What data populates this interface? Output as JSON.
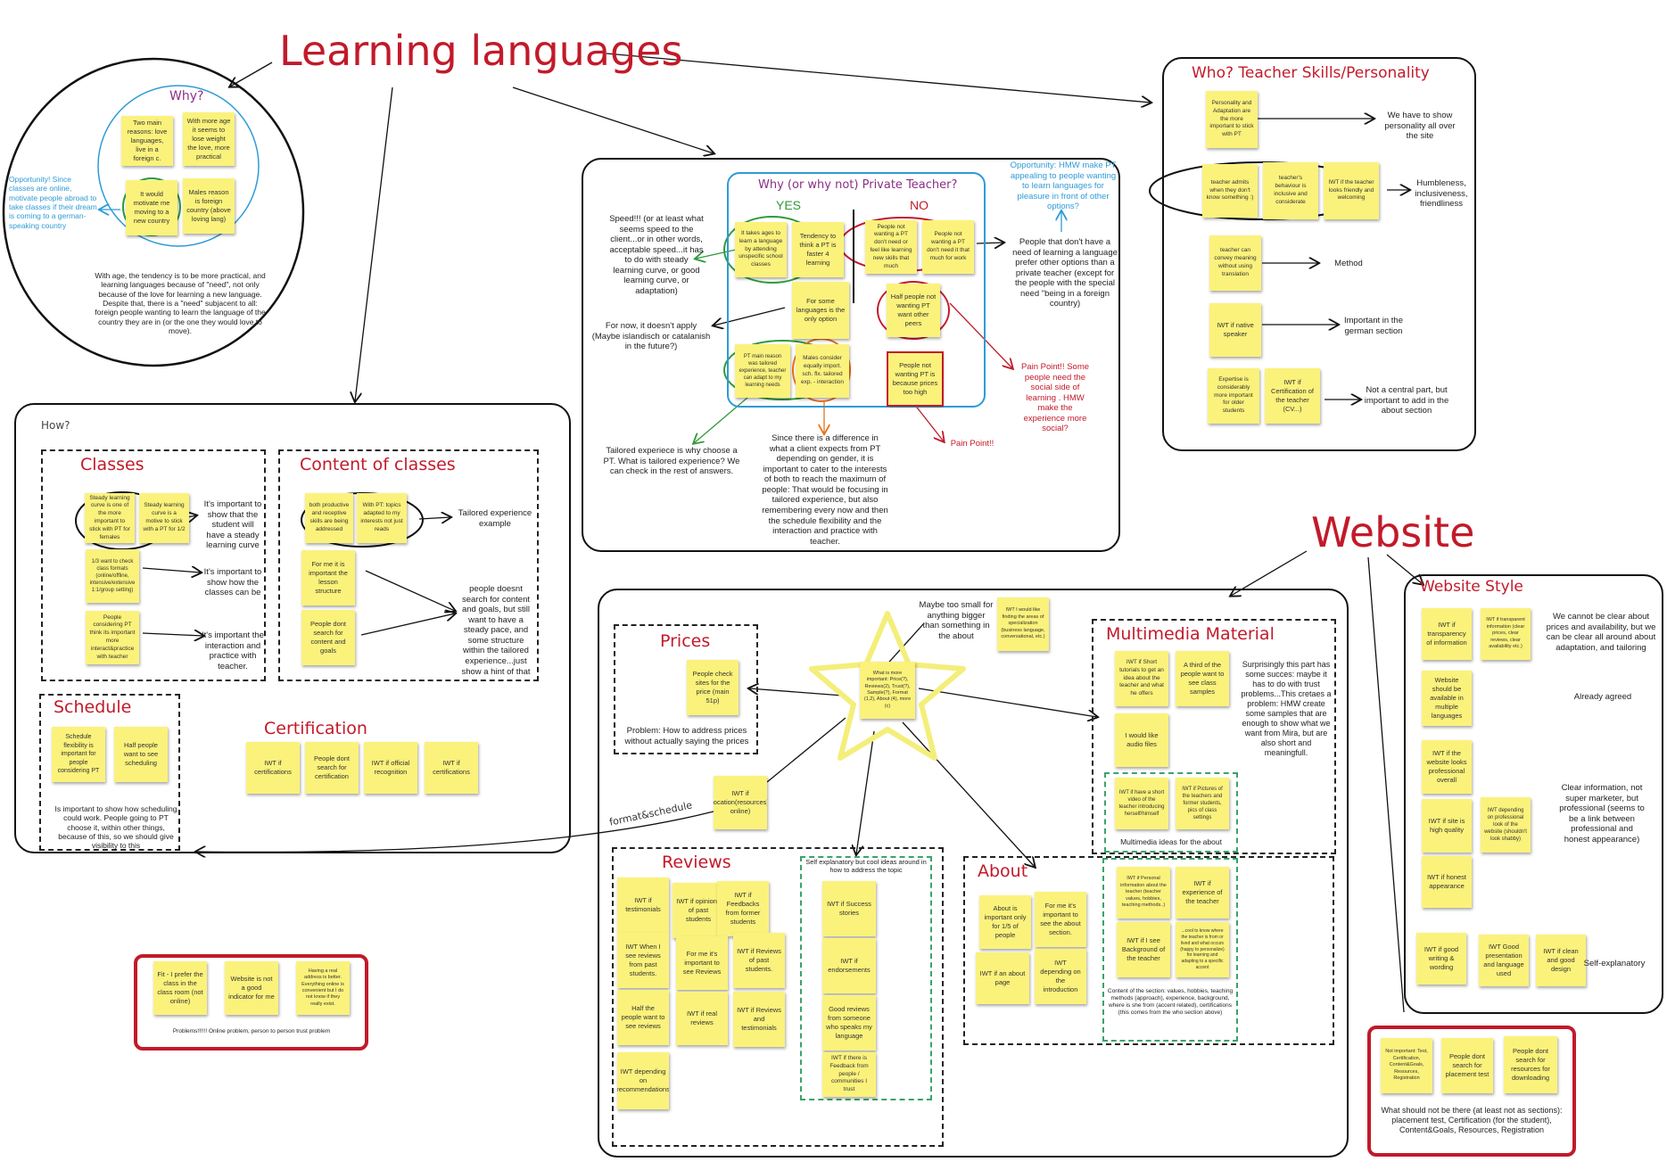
{
  "titles": {
    "learning": "Learning languages",
    "website": "Website",
    "why": "Why?",
    "how": "How?",
    "classes": "Classes",
    "content": "Content of classes",
    "schedule": "Schedule",
    "certification": "Certification",
    "private": "Why (or why not) Private Teacher?",
    "yes": "YES",
    "no": "NO",
    "teacher": "Who? Teacher Skills/Personality",
    "prices": "Prices",
    "multimedia": "Multimedia Material",
    "reviews": "Reviews",
    "about": "About",
    "style": "Website Style",
    "format": "format&schedule"
  },
  "why_circle": {
    "notes": [
      "Two main reasons: love languages, live in a foreign c.",
      "With more age it seems to lose weight the love, more practical",
      "It would motivate me moving to a new country",
      "Males reason is foreign country (above loving lang)"
    ],
    "opportunity": "Opportunity! Since classes are online, motivate people abroad to take classes if their dream is coming to a german-speaking country",
    "text": "With age, the tendency is to be more practical, and learning languages because of \"need\", not only because of the love for learning a new language. Despite that, there is a \"need\" subjacent to all: foreign people wanting to learn the language of the country they are in (or the one they would love to move)."
  },
  "classes": {
    "notes": [
      "Steady learning curve is one of the more important to stick with PT for females",
      "Steady learning curve is a motive to stick with a PT for 1/2",
      "1/3 want to check class formats (online/offline, intensive/extensive 1:1/group setting)",
      "People considering PT think its important more interact&practice with teacher"
    ],
    "t1": "It's important to show that the student will have a steady learning curve",
    "t2": "It's important to show how the classes can be",
    "t3": "It's important the interaction and practice with teacher."
  },
  "content": {
    "notes": [
      "both productive and receptive skills are being addressed",
      "With PT: topics adapted to my interests not just reads",
      "For me it is important the lesson structure",
      "People dont search for content and goals"
    ],
    "t1": "Tailored experience example",
    "t2": "people doesnt search for content and goals, but still want to have a steady pace, and some structure within the tailored experience...just show a hint of that"
  },
  "schedule": {
    "notes": [
      "Schedule flexibility is important for people considering PT",
      "Half people want to see scheduling"
    ],
    "text": "Is important to show how scheduling could work. People going to PT choose it, within other things, because of this, so we should give visibility to this"
  },
  "certification": {
    "notes": [
      "IWT if certifications",
      "People dont search for certification",
      "IWT if official recognition",
      "IWT if certifications"
    ]
  },
  "problem_box": {
    "notes": [
      "Fit - I prefer the class in the class room (not online)",
      "Website is not a good indicator for me",
      "Having a real address is better. Everything online is convenient but I do not know if they really exist."
    ],
    "text": "Problems!!!!!! Online problem, person to person trust problem"
  },
  "private": {
    "yes_notes": [
      "It takes ages to learn a language by attending unspecific school classes",
      "Tendency to think a PT is faster 4 learning",
      "For some languages is the only option",
      "PT main reason was tailored experience, teacher can adapt to my learning needs",
      "Males consider equally import. sch. flx. tailored exp. - interaction"
    ],
    "no_notes": [
      "People not wanting a PT don't need or feel like learning new skills that much",
      "People not wanting a PT don't need it that much for work",
      "Half people not wanting PT want other peers",
      "People not wanting PT is because prices too high"
    ],
    "speed": "Speed!!! (or at least what seems speed to the client...or in other words, acceptable speed...it has to do with steady learning curve, or good learning curve, or adaptation)",
    "apply": "For now, it doesn't apply (Maybe islandisch or catalanish in the future?)",
    "tailored": "Tailored experiece is why choose a PT. What is tailored experience? We can check in the rest of answers.",
    "gender": "Since there is a difference in what a client expects from PT depending on gender, it is important to cater to the interests of both to reach the maximum of people: That would be focusing in tailored experience, but also remembering every now and then the schedule flexibility and the interaction and practice with teacher.",
    "opportunity": "Opportunity: HMW make PT appealing to people wanting to learn languages for pleasure in front of other options?",
    "others": "People that don't have a need of learning a language prefer other options than a private teacher (except for the people with the special need \"being in a foreign country)",
    "pain1": "Pain Point!! Some people need the social side of learning . HMW make the experience more social?",
    "pain2": "Pain Point!!"
  },
  "teacher": {
    "notes": [
      "Personality and Adaptation are the more important to stick with PT",
      "teacher admits when they don't know something :)",
      "teacher's behaviour is inclusive and considerate",
      "IWT if the teacher looks friendly and welcoming",
      "teacher can convey meaning without using translation",
      "IWT if native speaker",
      "Expertise is considerably more important for older students",
      "IWT if Certification of the teacher (CV...)"
    ],
    "t1": "We have to show personality all over the site",
    "t2": "Humbleness, inclusiveness, friendliness",
    "t3": "Method",
    "t4": "Important in the german section",
    "t5": "Not a central part, but important to add in the about section"
  },
  "center": {
    "star_note": "What is more important: Price(?), Reviews(2), Trust(?), Sample(?), Format (1,2), About (4), more (c)",
    "small_note": "IWT I would like finding the areas of specialization (business language, conversational, etc.)",
    "small_text": "Maybe too small for anything bigger than something in the about",
    "format_note": "IWT if location(resources) online)"
  },
  "prices": {
    "note": "People check sites for the price (main 51p)",
    "text": "Problem: How to address prices without actually saying the prices"
  },
  "multimedia": {
    "notes": [
      "IWT if Short tutorials to get an idea about the teacher and what he offers",
      "A third of the people want to see class samples",
      "I would like audio files",
      "IWT if have a short video of the teacher introducing herself/himself",
      "IWT if Pictures of the teachers and former students, pics of class settings"
    ],
    "label": "Multimedia ideas for the about",
    "text": "Surprisingly this part has some succes: maybe it has to do with trust problems...This cretaes a problem: HMW create some samples that are enough to show what we want from Mira, but are also short and meaningfull."
  },
  "reviews": {
    "notes": [
      "IWT if testimonials",
      "IWT if opinions of past students",
      "IWT if Feedbacks from former students",
      "IWT When I see reviews from past students.",
      "For me it's important to see Reviews",
      "IWT if Reviews of past students.",
      "Half the people want to see reviews",
      "IWT if real reviews",
      "IWT if Reviews and testimonials",
      "IWT depending on recommendations"
    ],
    "self_label": "Self explanatory but cool ideas around in how to address the topic",
    "self_notes": [
      "IWT if Success stories",
      "IWT if endorsements",
      "Good reviews from someone who speaks my language",
      "IWT if there is Feedback from people / communities I trust"
    ]
  },
  "about": {
    "notes": [
      "About is important only for 1/5 of people",
      "For me it's important to see the about section.",
      "IWT if an about page",
      "IWT depending on the introduction",
      "IWT if Personal information about the teacher (teacher values, hobbies, teaching methods..)",
      "IWT if experience of the teacher",
      "IWT if I see Background of the teacher",
      "...cool to know where the teacher is from or lived and what occurs (happy to personalize) for learning and adapting to a specific accent"
    ],
    "text": "Content of the section: values, hobbies, teaching methods (approach), experience, background, where is she from (accent related), certifications (this comes from the who section above)"
  },
  "style": {
    "notes": [
      "IWT if transparency of information",
      "IWT if transparent information (clear prices, clear reviews, clear availability etc.)",
      "Website should be available in multiple languages",
      "IWT if the website looks professional overall",
      "IWT if site is high quality",
      "IWT depending on professional look of the website (shouldn't look shabby)",
      "IWT if honest appearance",
      "IWT if good writing & wording",
      "IWT Good presentation and language used",
      "IWT if clean and good design"
    ],
    "t1": "We cannot be clear about prices and availability, but we can be clear all around about adaptation, and tailoring",
    "t2": "Already agreed",
    "t3": "Clear information, not super marketer, but professional (seems to be a link between professional and honest appearance)",
    "t4": "Self-explanatory"
  },
  "not_there": {
    "notes": [
      "Not important: Test, Certification, Content&Goals, Resources, Registration",
      "People dont search for placement test",
      "People dont search for resources for downloading"
    ],
    "text": "What should not be there (at least not as sections): placement test, Certification (for the student), Content&Goals, Resources, Registration"
  }
}
